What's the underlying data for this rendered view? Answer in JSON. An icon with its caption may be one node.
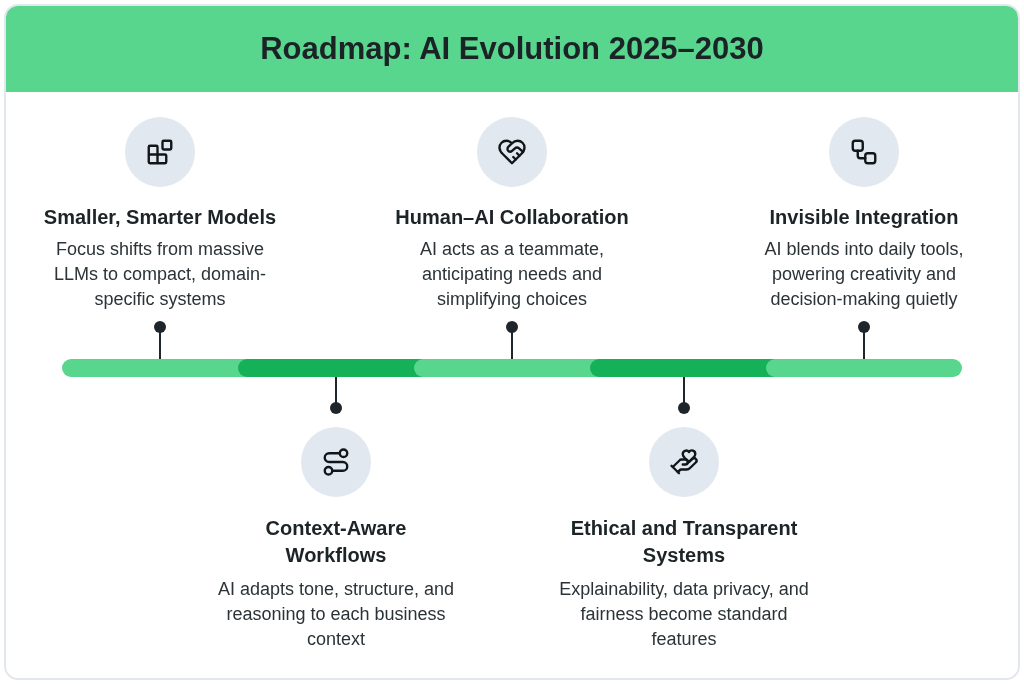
{
  "diagram": {
    "title": "Roadmap: AI Evolution 2025–2030",
    "nodes": [
      {
        "text": [
          "Smaller, Smarter Models",
          "Focus shifts from massive LLMs to compact, domain-specific systems"
        ]
      },
      {
        "text": [
          "Context-Aware Workflows",
          "AI adapts tone, structure, and reasoning to each business context"
        ]
      },
      {
        "text": [
          "Human–AI Collaboration",
          "AI acts as a teammate, anticipating needs and simplifying choices"
        ]
      },
      {
        "text": [
          "Ethical and Transparent Systems",
          "Explainability, data privacy, and fairness become standard features"
        ]
      },
      {
        "text": [
          "Invisible Integration",
          "AI blends into daily tools, powering creativity and decision-making quietly"
        ]
      },
      {
        "text": [],
        "shape": "bar"
      },
      {
        "text": [],
        "shape": "bar"
      },
      {
        "text": [],
        "shape": "bar"
      },
      {
        "text": [],
        "shape": "bar"
      },
      {
        "text": [],
        "shape": "bar"
      }
    ],
    "edges": [
      {
        "from": 0,
        "to": 5,
        "arrow": "other"
      },
      {
        "from": 1,
        "to": 6,
        "arrow": "other"
      },
      {
        "from": 2,
        "to": 7,
        "arrow": "other"
      },
      {
        "from": 3,
        "to": 8,
        "arrow": "other"
      },
      {
        "from": 4,
        "to": 9,
        "arrow": "other"
      }
    ]
  }
}
